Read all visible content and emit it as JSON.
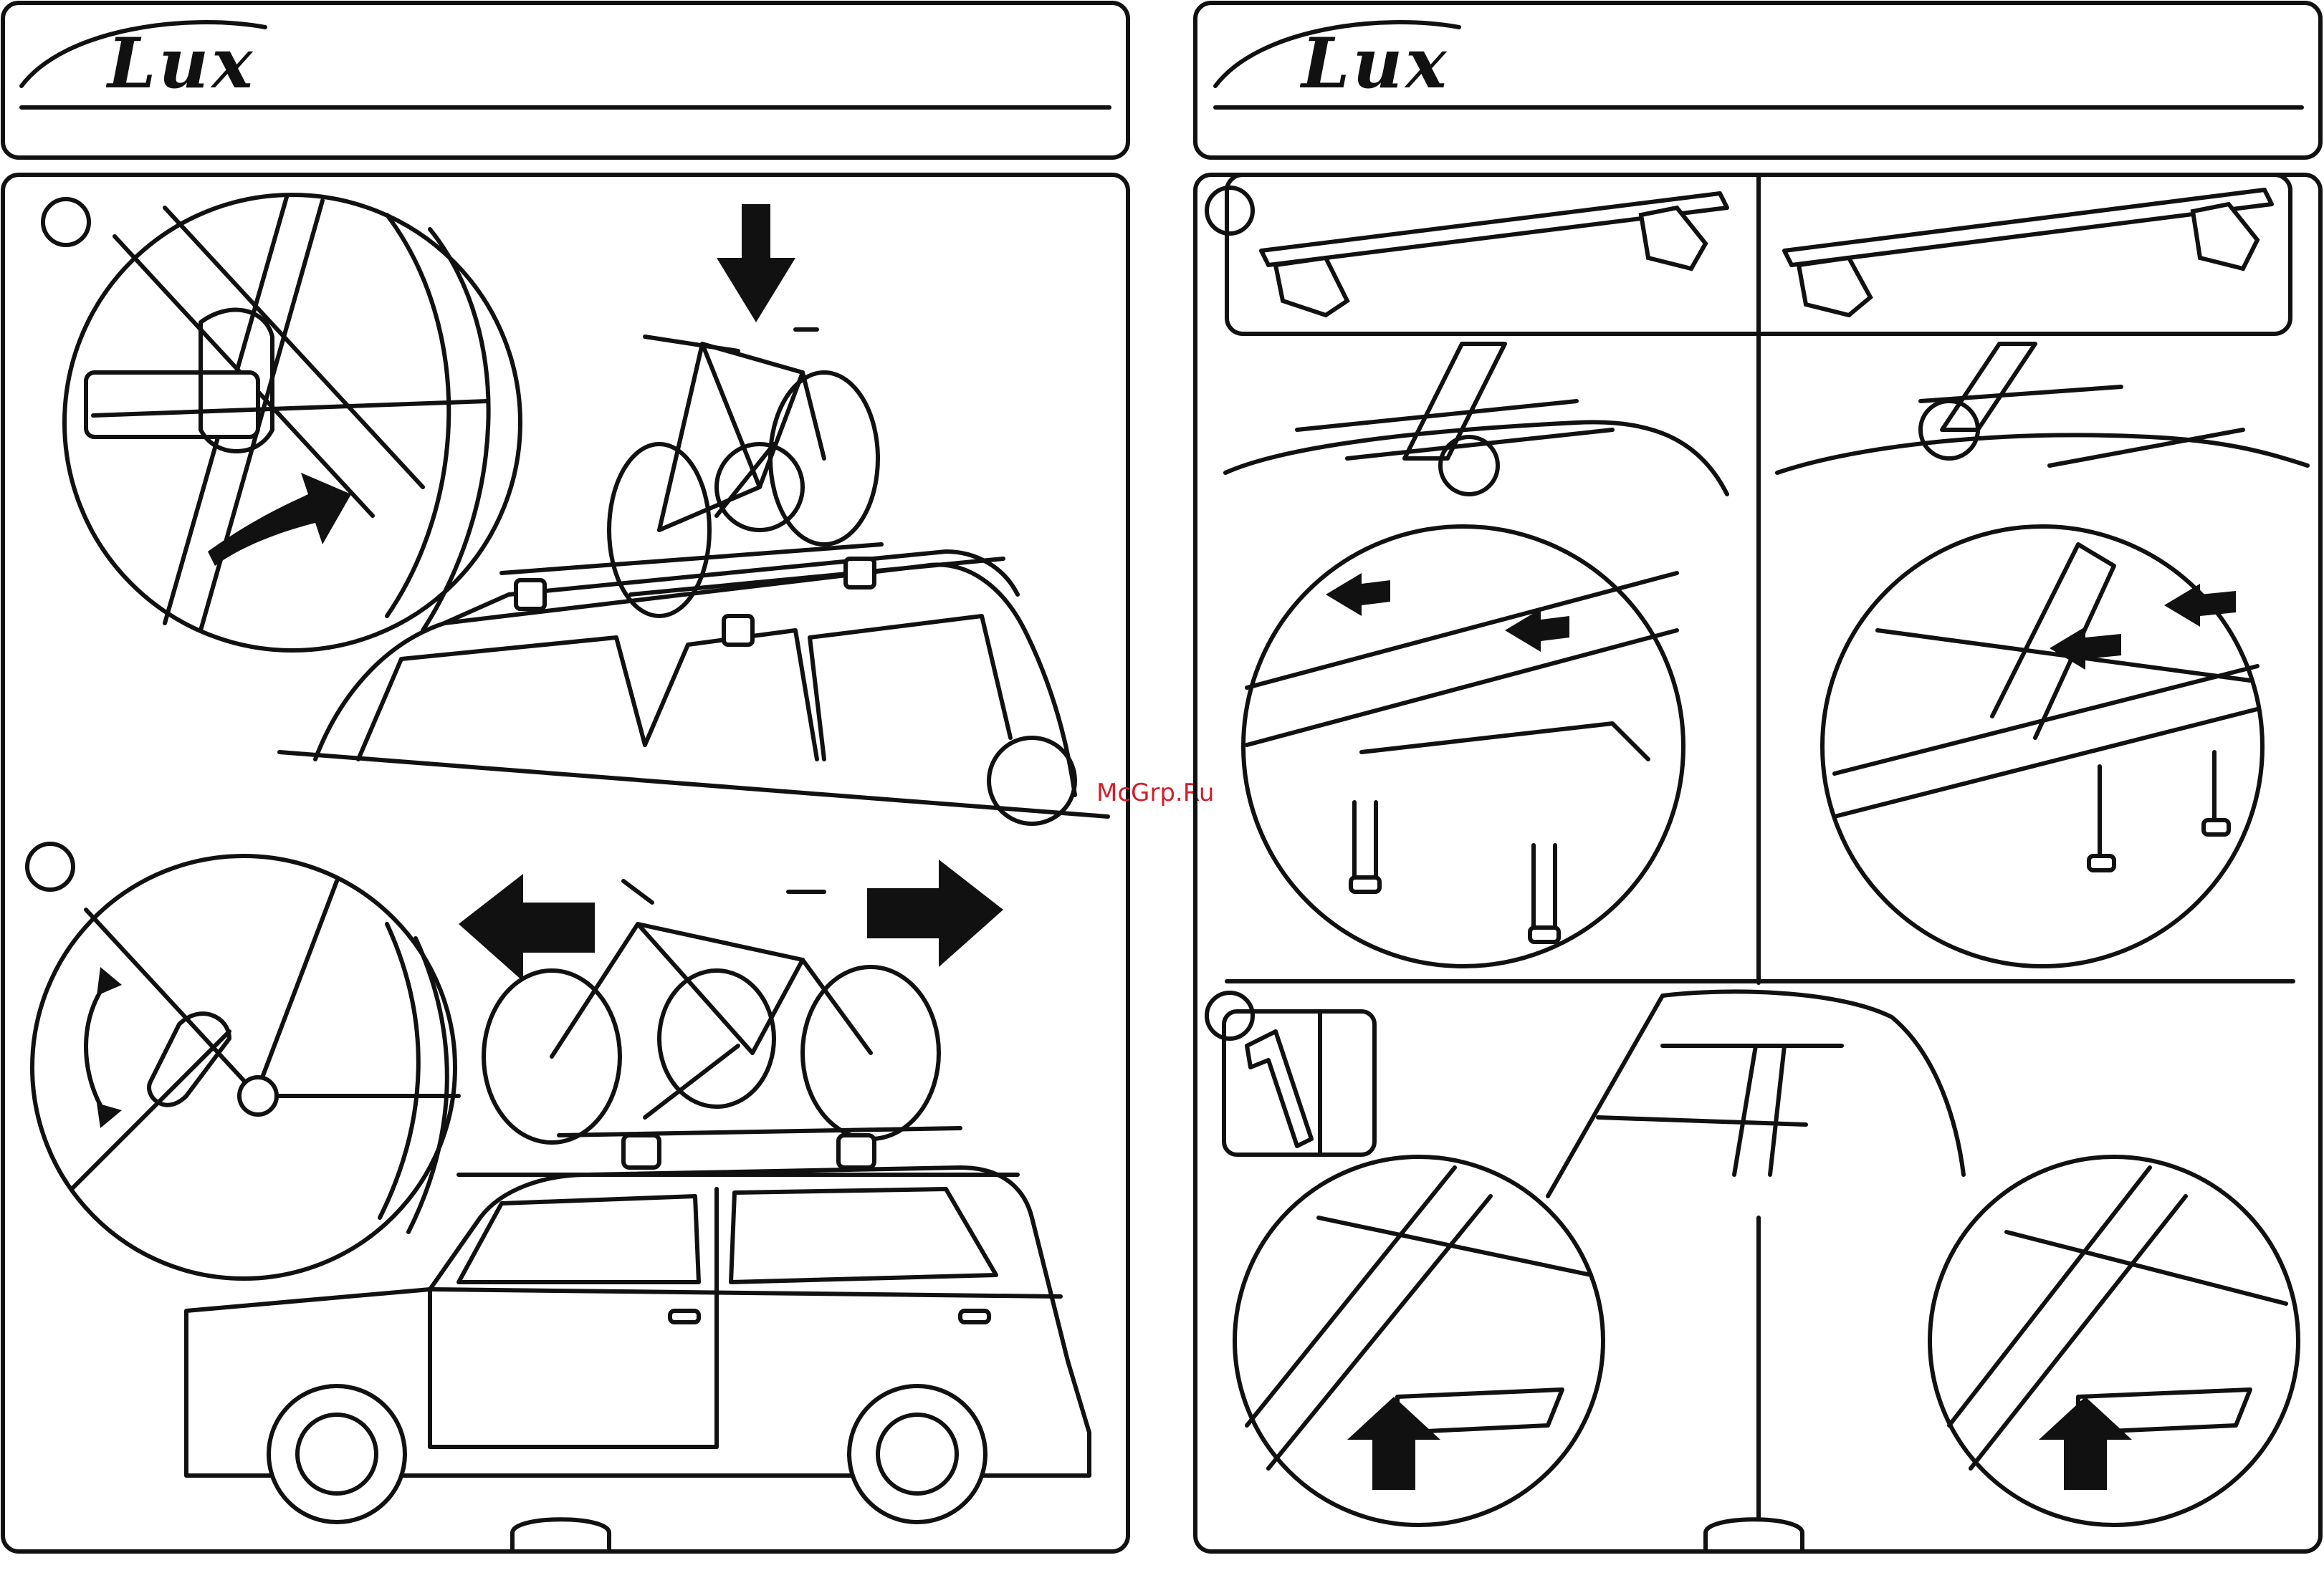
{
  "left_page": {
    "logo": {
      "text": "Lux"
    },
    "steps": [
      {
        "marker": "step-1-circle"
      },
      {
        "marker": "step-2-circle"
      }
    ]
  },
  "right_page": {
    "logo": {
      "text": "Lux"
    },
    "steps": [
      {
        "marker": "step-1-circle"
      },
      {
        "marker": "step-2-circle"
      }
    ]
  },
  "watermark": {
    "text": "McGrp.Ru",
    "color": "#d21f2b"
  },
  "colors": {
    "ink": "#111111",
    "paper": "#ffffff"
  }
}
